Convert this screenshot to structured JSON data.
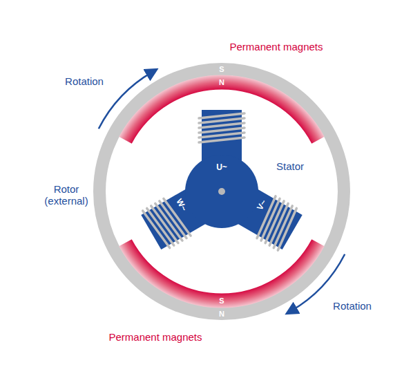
{
  "diagram": {
    "labels": [
      "Permanent magnets",
      "Rotation",
      "S",
      "N",
      "U~",
      "Stator",
      "Rotor (external)",
      "W~",
      "V~",
      "S",
      "N",
      "Rotation",
      "Permanent magnets"
    ]
  }
}
